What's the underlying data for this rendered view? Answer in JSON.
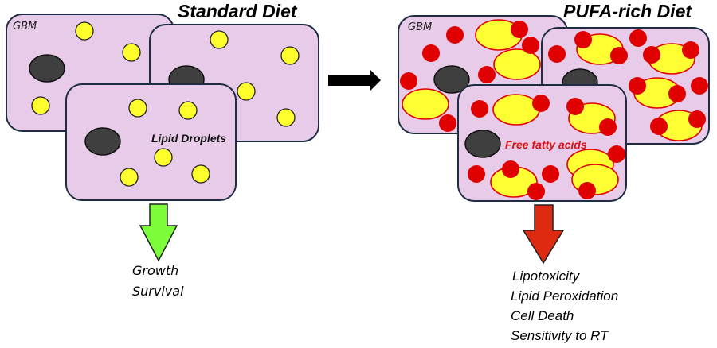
{
  "standard_diet": {
    "title": "Standard Diet",
    "cell_label": "GBM",
    "droplet_label": "Lipid Droplets",
    "outcomes": [
      "Growth",
      "Survival"
    ],
    "arrow_color": "#7cfc3a"
  },
  "pufa_diet": {
    "title": "PUFA-rich Diet",
    "cell_label": "GBM",
    "ffa_label": "Free fatty acids",
    "outcomes": [
      "Lipotoxicity",
      "Lipid Peroxidation",
      "Cell Death",
      "Sensitivity to RT"
    ],
    "arrow_color": "#dd2a10"
  },
  "colors": {
    "cell_fill": "#e8cbe8",
    "cell_stroke": "#1f2d44",
    "nucleus": "#3f3f3f",
    "lipid_droplet": "#ffff2e",
    "free_fatty_acid": "#e00000",
    "ffa_label": "#d81010"
  }
}
